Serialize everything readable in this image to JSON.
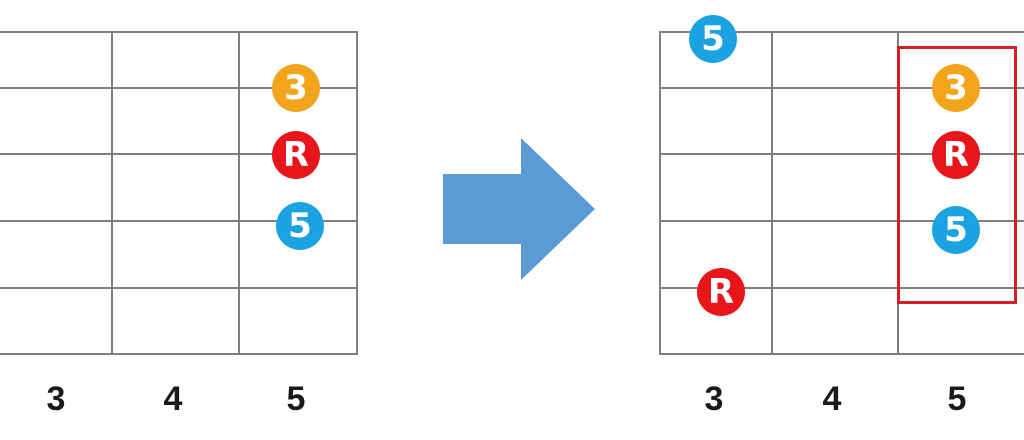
{
  "colors": {
    "root": "#e8151b",
    "third": "#f2a51a",
    "fifth": "#1aa3e0",
    "arrow": "#5b9bd5",
    "highlight": "#d41f26",
    "grid": "#7f7f7f"
  },
  "left_diagram": {
    "fret_numbers": [
      "3",
      "4",
      "5"
    ],
    "dots": [
      {
        "label": "3",
        "role": "third",
        "fret": "5",
        "string": 2
      },
      {
        "label": "R",
        "role": "root",
        "fret": "5",
        "string": 3
      },
      {
        "label": "5",
        "role": "fifth",
        "fret": "5",
        "string": 4
      }
    ]
  },
  "right_diagram": {
    "fret_numbers": [
      "3",
      "4",
      "5"
    ],
    "dots": [
      {
        "label": "5",
        "role": "fifth",
        "fret": "3",
        "string": 1
      },
      {
        "label": "3",
        "role": "third",
        "fret": "5",
        "string": 2
      },
      {
        "label": "R",
        "role": "root",
        "fret": "5",
        "string": 3
      },
      {
        "label": "5",
        "role": "fifth",
        "fret": "5",
        "string": 4
      },
      {
        "label": "R",
        "role": "root",
        "fret": "3",
        "string": 5
      }
    ],
    "highlighted_fret": "5"
  },
  "arrow_icon": "right-arrow-icon"
}
